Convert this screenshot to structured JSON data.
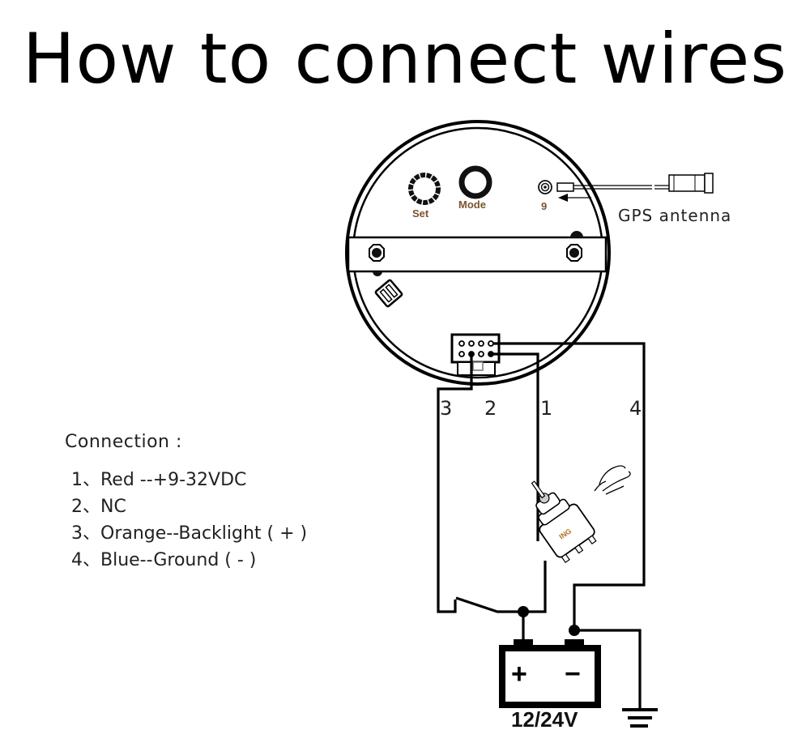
{
  "title": "How to connect wires",
  "gauge": {
    "buttons": [
      {
        "label": "Set"
      },
      {
        "label": "Mode"
      }
    ],
    "port_label": "9",
    "gps_label": "GPS antenna"
  },
  "wires": [
    {
      "number": "3"
    },
    {
      "number": "2"
    },
    {
      "number": "1"
    },
    {
      "number": "4"
    }
  ],
  "ignition": {
    "label": "ING"
  },
  "battery": {
    "positive_symbol": "+",
    "negative_symbol": "−",
    "voltage": "12/24V"
  },
  "legend": {
    "heading": "Connection :",
    "items": [
      {
        "text": "1、Red --+9-32VDC"
      },
      {
        "text": "2、NC"
      },
      {
        "text": "3、Orange--Backlight ( + )"
      },
      {
        "text": "4、Blue--Ground ( - )"
      }
    ]
  },
  "colors": {
    "line": "#000000",
    "label_accent": "#8a5a2b"
  }
}
